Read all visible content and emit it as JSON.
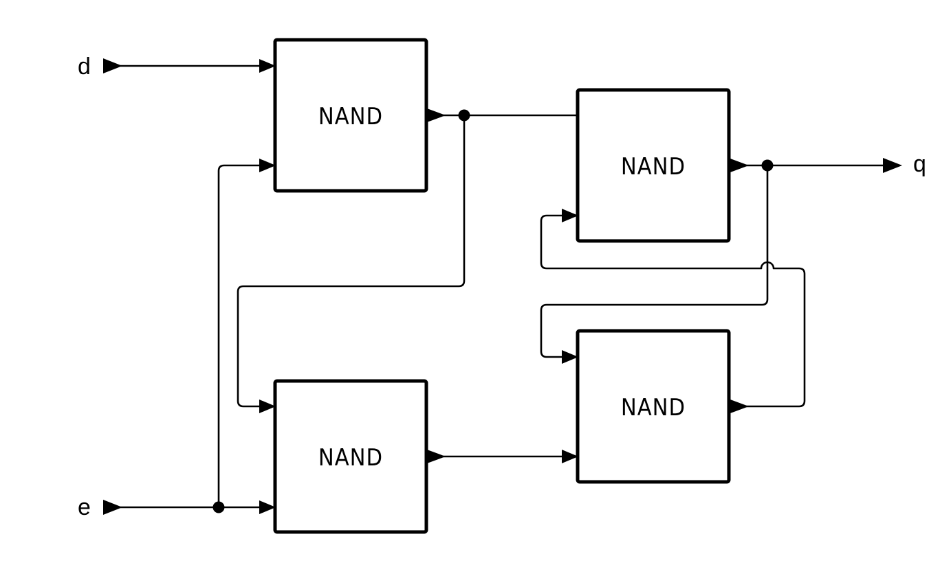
{
  "diagram": {
    "inputs": {
      "d": "d",
      "e": "e"
    },
    "output": {
      "q": "q"
    },
    "gates": [
      {
        "id": "g1",
        "label": "NAND"
      },
      {
        "id": "g2",
        "label": "NAND"
      },
      {
        "id": "g3",
        "label": "NAND"
      },
      {
        "id": "g4",
        "label": "NAND"
      }
    ],
    "colors": {
      "stroke": "#000000",
      "background": "#ffffff"
    }
  }
}
